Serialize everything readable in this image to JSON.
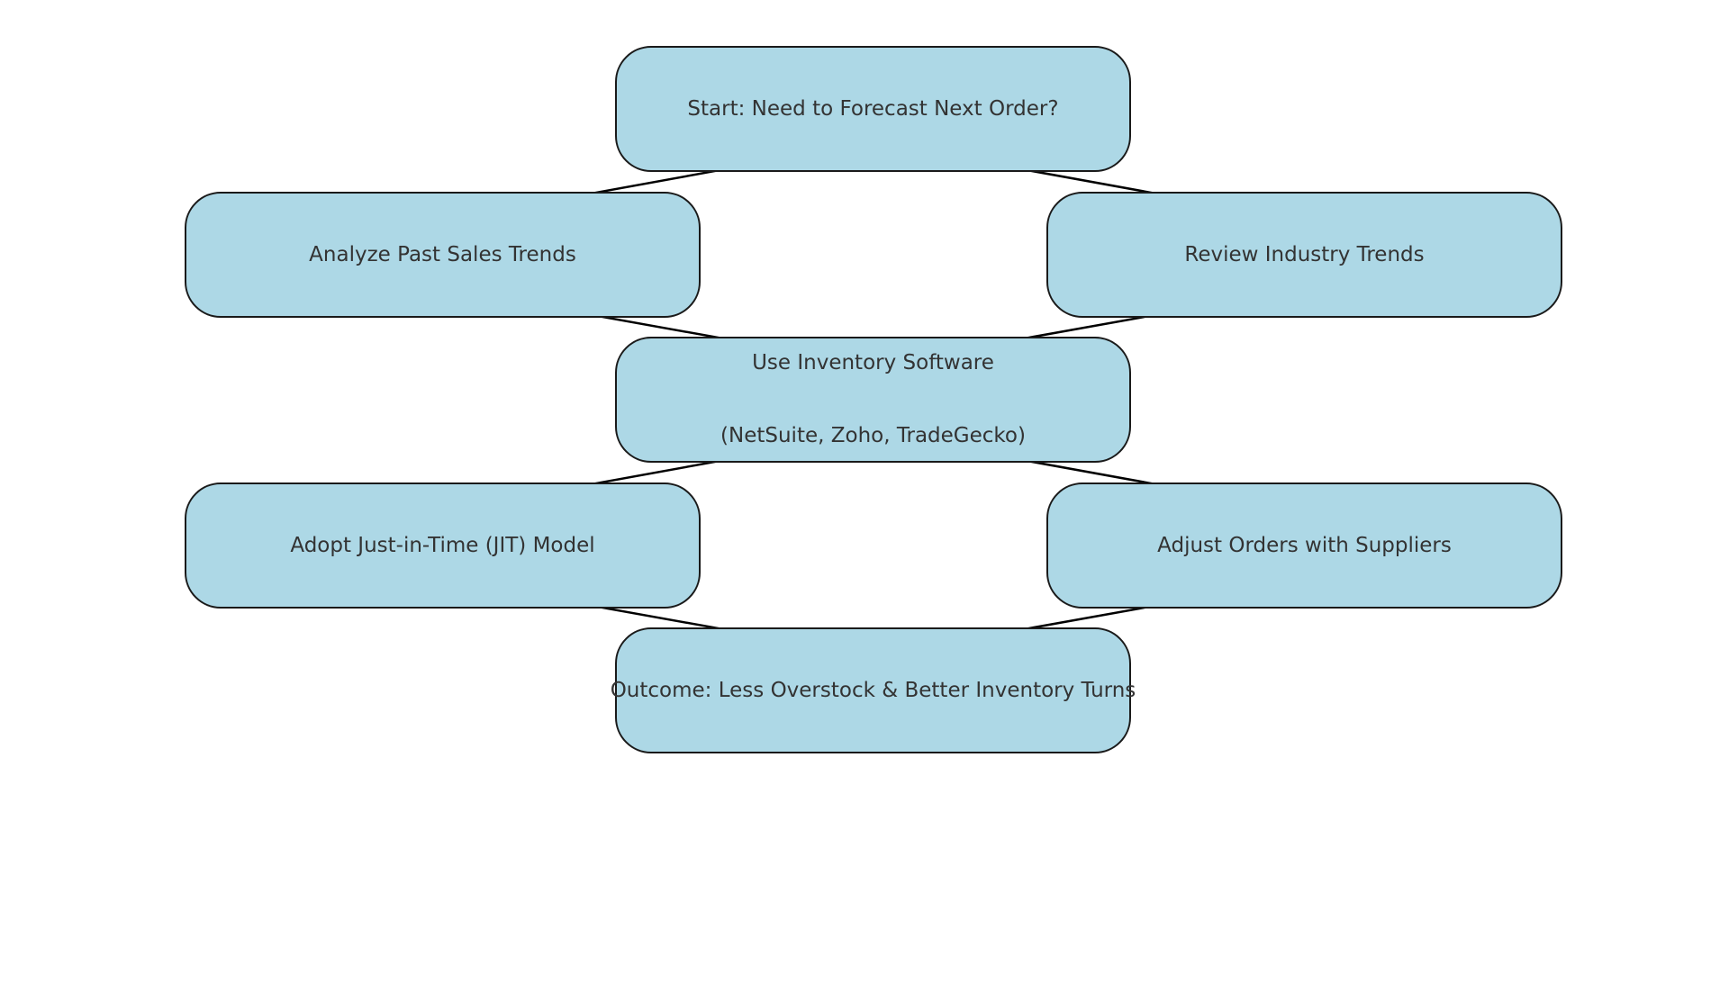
{
  "diagram": {
    "nodes": {
      "start": "Start: Need to Forecast Next Order?",
      "analyze_sales": "Analyze Past Sales Trends",
      "review_industry": "Review Industry Trends",
      "software_line1": "Use Inventory Software",
      "software_line2": "(NetSuite, Zoho, TradeGecko)",
      "jit": "Adopt Just-in-Time (JIT) Model",
      "adjust_orders": "Adjust Orders with Suppliers",
      "outcome": "Outcome: Less Overstock & Better Inventory Turns"
    },
    "edges": [
      {
        "from": "start",
        "to": "analyze_sales"
      },
      {
        "from": "start",
        "to": "review_industry"
      },
      {
        "from": "analyze_sales",
        "to": "software"
      },
      {
        "from": "review_industry",
        "to": "software"
      },
      {
        "from": "software",
        "to": "jit"
      },
      {
        "from": "software",
        "to": "adjust_orders"
      },
      {
        "from": "jit",
        "to": "outcome"
      },
      {
        "from": "adjust_orders",
        "to": "outcome"
      }
    ],
    "colors": {
      "node_fill": "#add8e6",
      "node_border": "#1a1a1a",
      "text": "#333333",
      "edge": "#000000"
    }
  }
}
